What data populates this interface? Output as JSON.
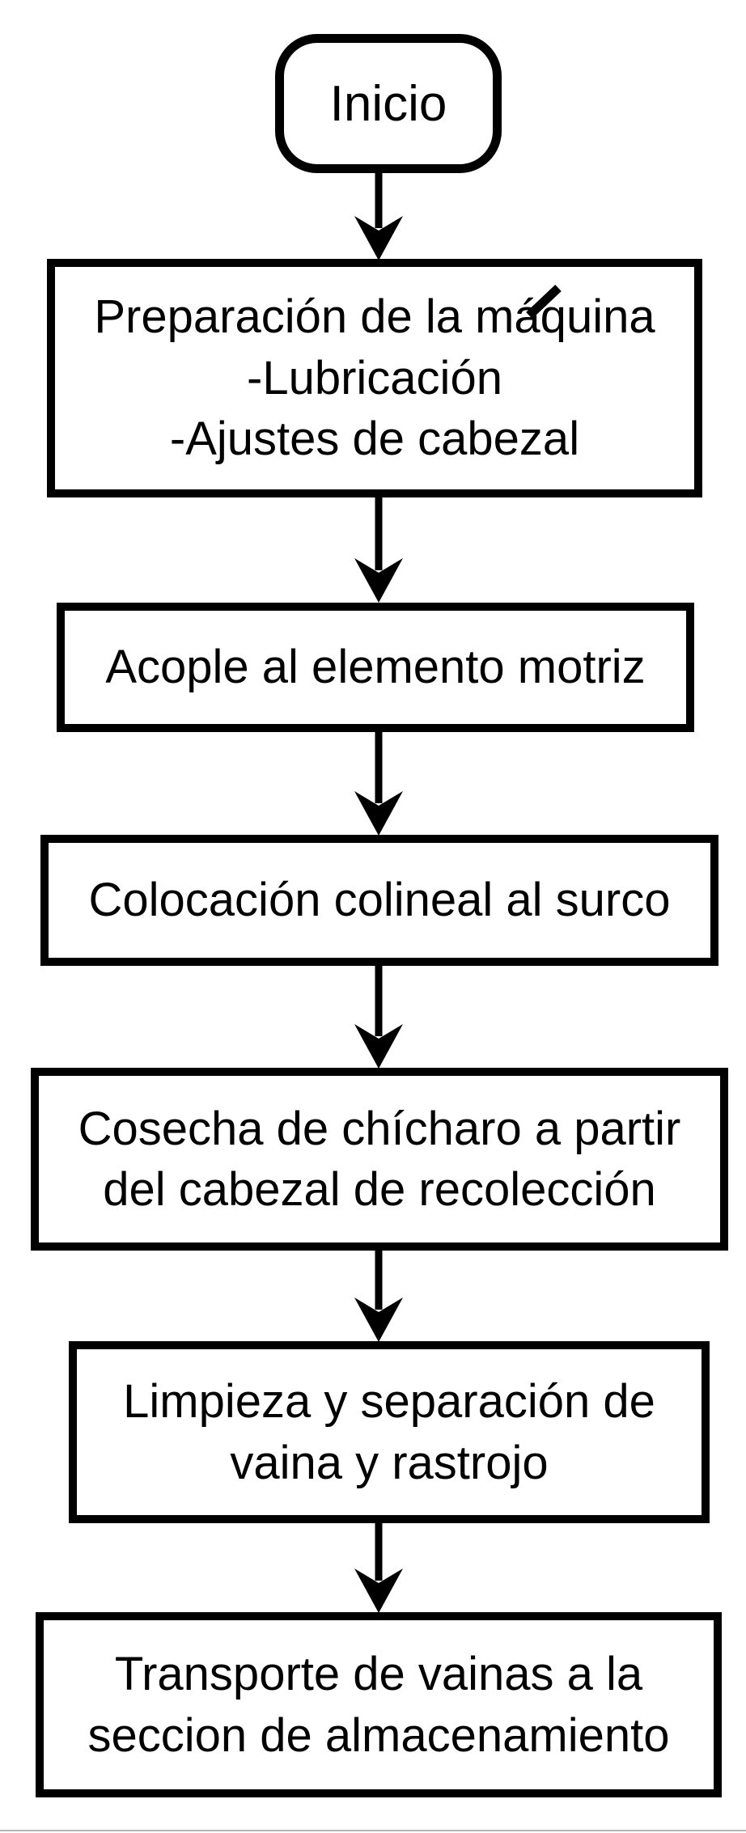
{
  "page": {
    "background_color": "#ffffff",
    "bottom_edge_line_color": "#b5b5b5"
  },
  "flowchart": {
    "line_color": "#000000",
    "node_fill_color": "#ffffff",
    "text_color": "#000000",
    "start_node": {
      "shape": "rounded-stadium",
      "label": "Inicio"
    },
    "steps": [
      {
        "lines": [
          "Preparación de la máquina",
          "-Lubricación",
          "-Ajustes de cabezal"
        ],
        "stray_accent": "´"
      },
      {
        "lines": [
          "Acople al elemento motriz"
        ]
      },
      {
        "lines": [
          "Colocación colineal al surco"
        ]
      },
      {
        "lines": [
          "Cosecha de chícharo a partir",
          "del cabezal de recolección"
        ]
      },
      {
        "lines": [
          "Limpieza y separación de",
          "vaina y rastrojo"
        ]
      },
      {
        "lines": [
          "Transporte de vainas a la",
          "seccion de almacenamiento"
        ]
      }
    ],
    "connectors": [
      {
        "from": "start",
        "to": "step-1",
        "direction": "down"
      },
      {
        "from": "step-1",
        "to": "step-2",
        "direction": "down"
      },
      {
        "from": "step-2",
        "to": "step-3",
        "direction": "down"
      },
      {
        "from": "step-3",
        "to": "step-4",
        "direction": "down"
      },
      {
        "from": "step-4",
        "to": "step-5",
        "direction": "down"
      },
      {
        "from": "step-5",
        "to": "step-6",
        "direction": "down"
      }
    ]
  }
}
